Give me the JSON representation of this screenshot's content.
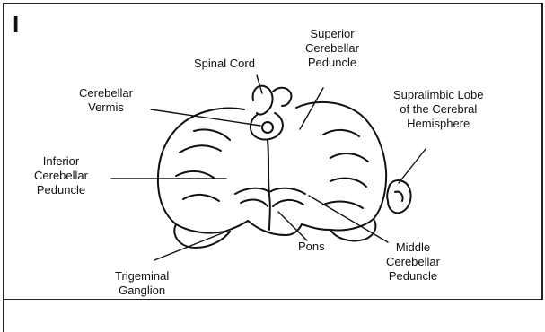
{
  "panel_label": "I",
  "labels": {
    "spinal_cord": "Spinal Cord",
    "superior_cerebellar_peduncle": [
      "Superior",
      "Cerebellar",
      "Peduncle"
    ],
    "cerebellar_vermis": [
      "Cerebellar",
      "Vermis"
    ],
    "supralimbic_lobe": [
      "Supralimbic Lobe",
      "of the Cerebral",
      "Hemisphere"
    ],
    "inferior_cerebellar_peduncle": [
      "Inferior",
      "Cerebellar",
      "Peduncle"
    ],
    "pons": "Pons",
    "middle_cerebellar_peduncle": [
      "Middle",
      "Cerebellar",
      "Peduncle"
    ],
    "trigeminal_ganglion": [
      "Trigeminal",
      "Ganglion"
    ]
  }
}
